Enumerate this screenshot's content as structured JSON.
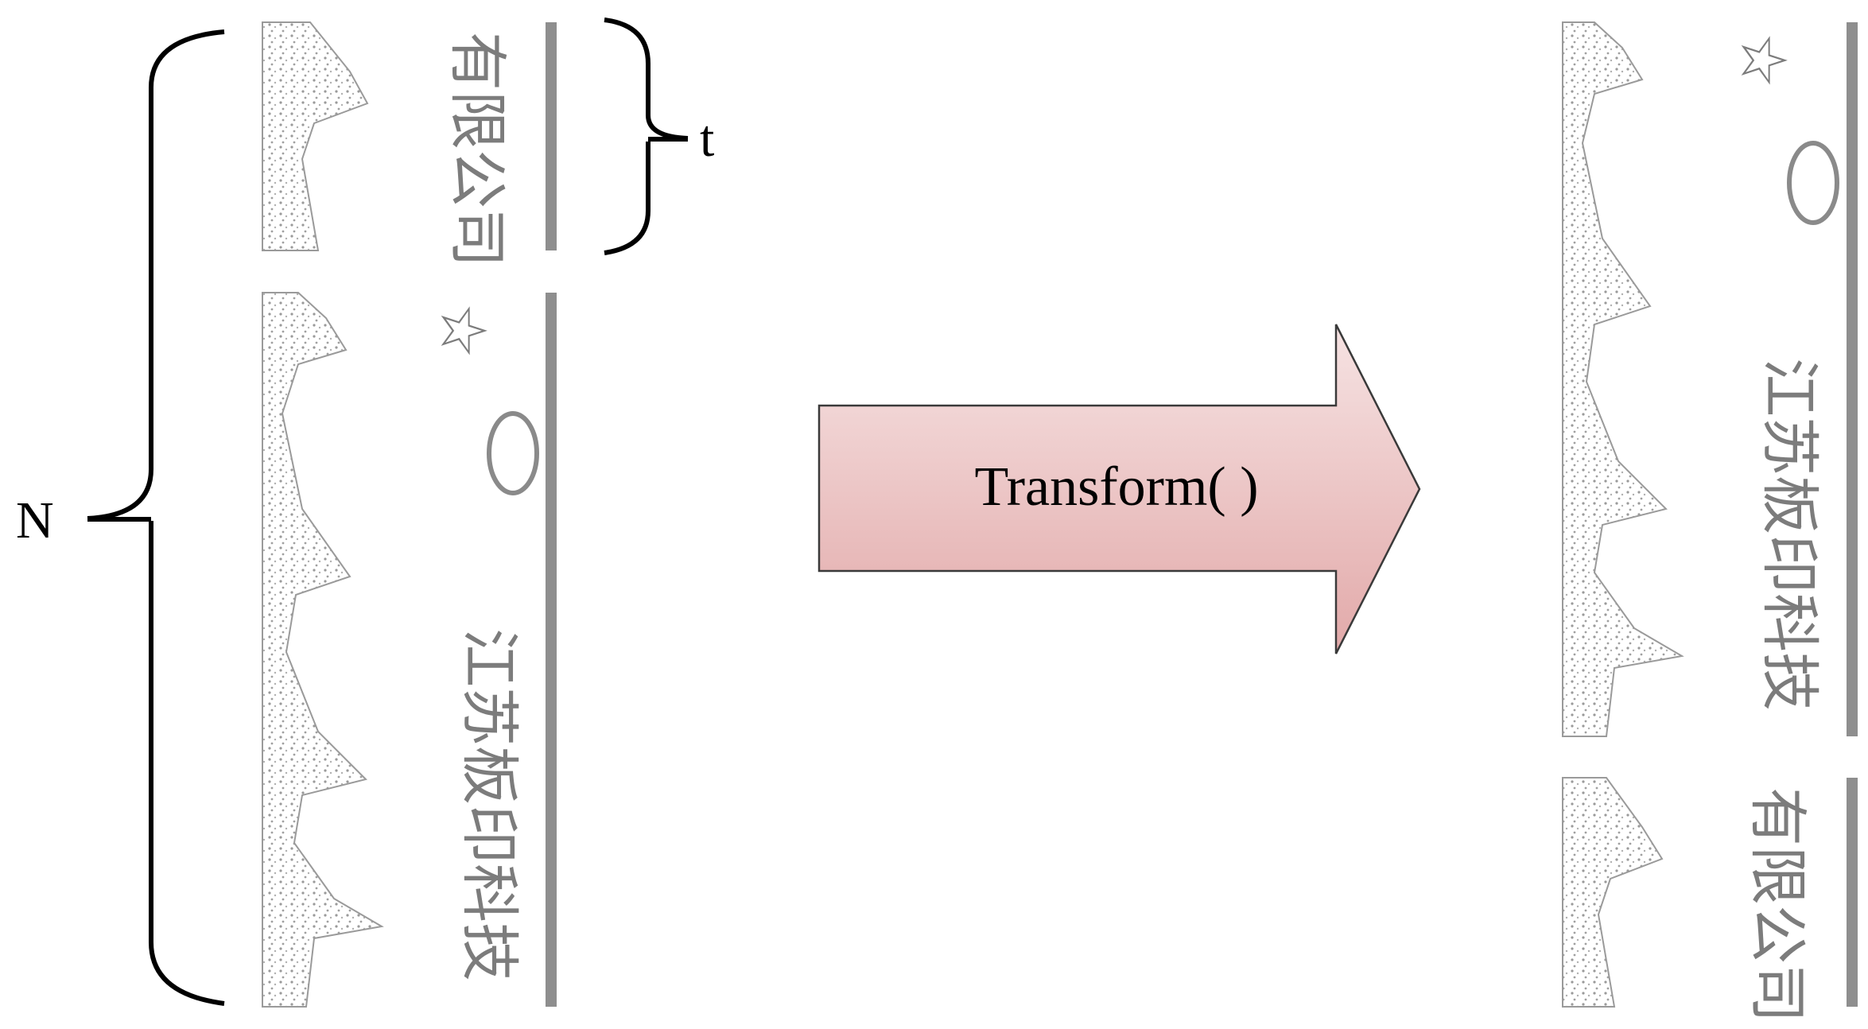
{
  "labels": {
    "N": "N",
    "t": "t",
    "transform": "Transform( )"
  },
  "strips": {
    "left_top_text": "有限公司",
    "left_bottom_text": "江苏板印科技",
    "right_top_text": "江苏板印科技",
    "right_bottom_text": "有限公司"
  },
  "colors": {
    "arrow_top": "#f6e3e3",
    "arrow_bottom": "#e2a9a9",
    "arrow_stroke": "#3a3a3a",
    "texture": "#8c8c8c",
    "text": "#7c7c7c"
  }
}
